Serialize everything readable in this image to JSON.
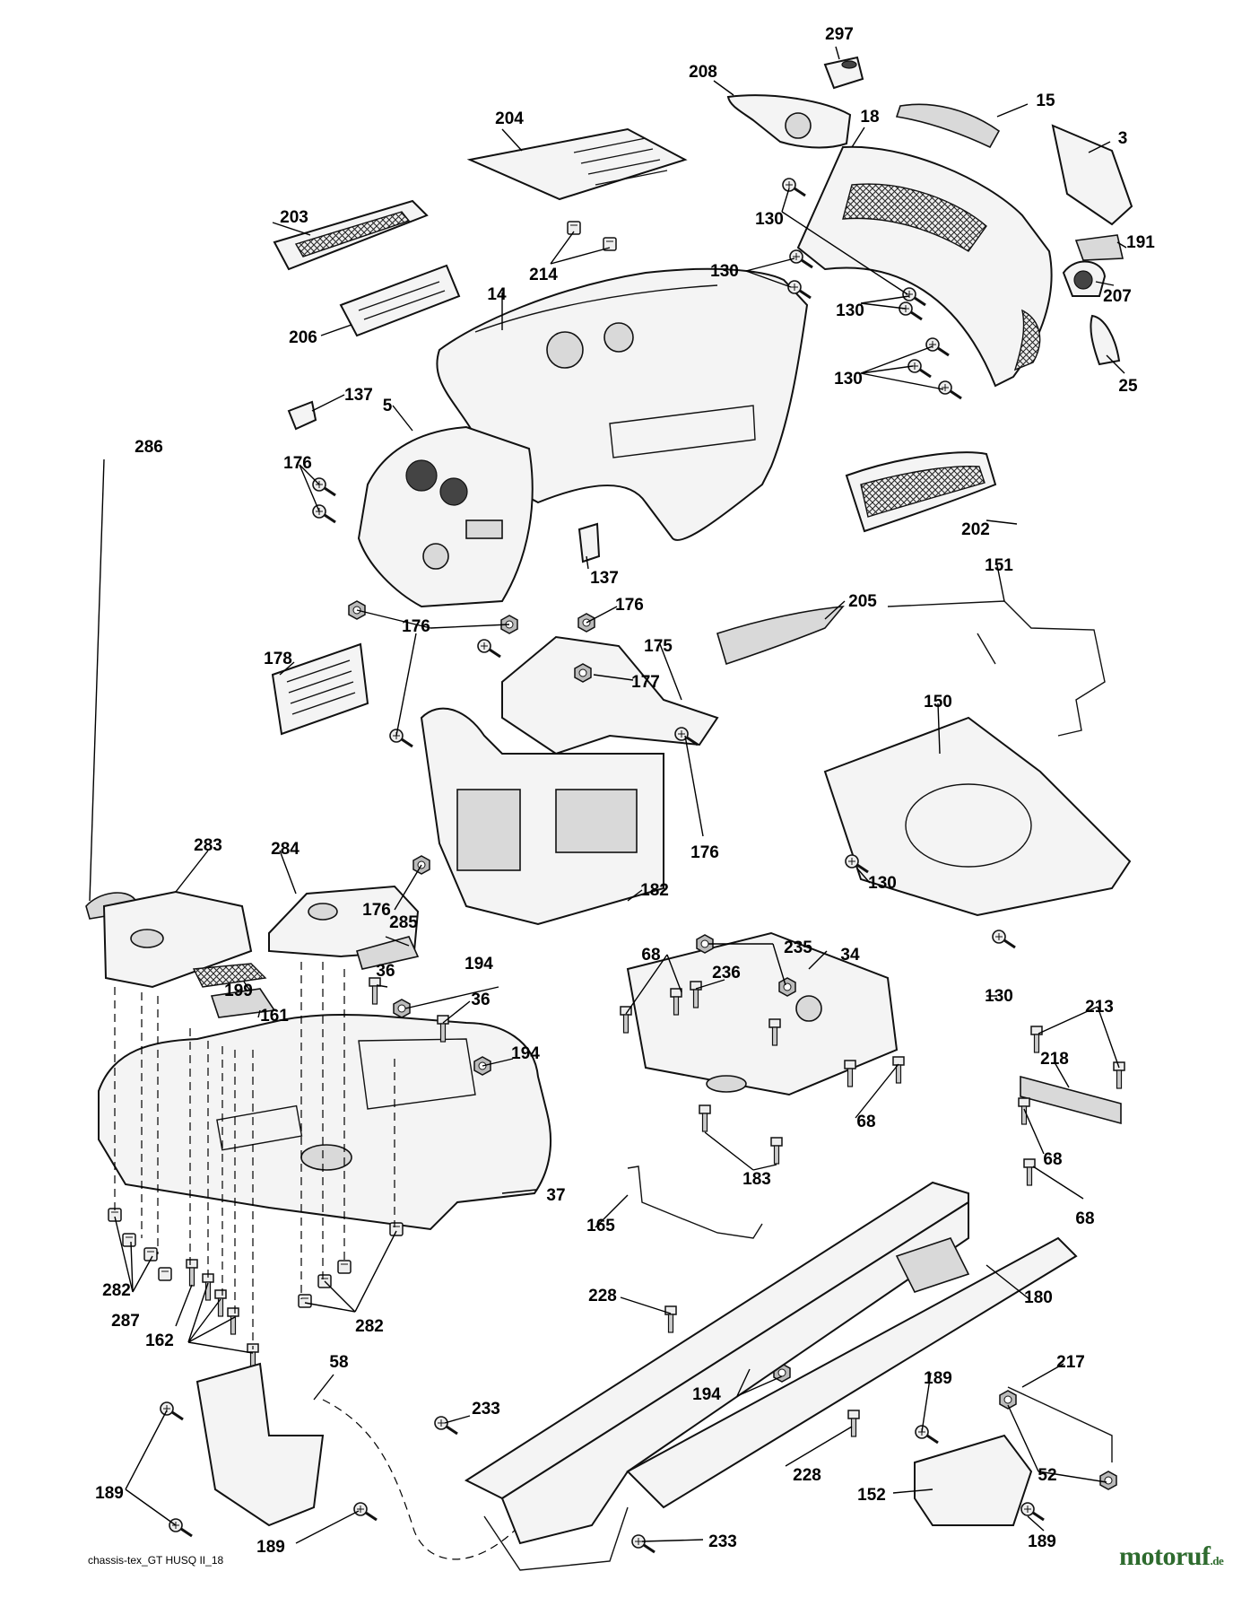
{
  "diagram": {
    "caption": "chassis-tex_GT HUSQ II_18",
    "watermark": "motoruf",
    "watermark_suffix": ".de",
    "labels": [
      {
        "id": "l297",
        "text": "297"
      },
      {
        "id": "l208",
        "text": "208"
      },
      {
        "id": "l15",
        "text": "15"
      },
      {
        "id": "l204",
        "text": "204"
      },
      {
        "id": "l18",
        "text": "18"
      },
      {
        "id": "l3",
        "text": "3"
      },
      {
        "id": "l203",
        "text": "203"
      },
      {
        "id": "l130a",
        "text": "130"
      },
      {
        "id": "l191",
        "text": "191"
      },
      {
        "id": "l214",
        "text": "214"
      },
      {
        "id": "l130b",
        "text": "130"
      },
      {
        "id": "l207",
        "text": "207"
      },
      {
        "id": "l14",
        "text": "14"
      },
      {
        "id": "l130c",
        "text": "130"
      },
      {
        "id": "l206",
        "text": "206"
      },
      {
        "id": "l25",
        "text": "25"
      },
      {
        "id": "l130d",
        "text": "130"
      },
      {
        "id": "l137a",
        "text": "137"
      },
      {
        "id": "l5",
        "text": "5"
      },
      {
        "id": "l176a",
        "text": "176"
      },
      {
        "id": "l202",
        "text": "202"
      },
      {
        "id": "l151",
        "text": "151"
      },
      {
        "id": "l137b",
        "text": "137"
      },
      {
        "id": "l176b",
        "text": "176"
      },
      {
        "id": "l205",
        "text": "205"
      },
      {
        "id": "l176c",
        "text": "176"
      },
      {
        "id": "l175",
        "text": "175"
      },
      {
        "id": "l178",
        "text": "178"
      },
      {
        "id": "l177",
        "text": "177"
      },
      {
        "id": "l150",
        "text": "150"
      },
      {
        "id": "l176d",
        "text": "176"
      },
      {
        "id": "l176e",
        "text": "176"
      },
      {
        "id": "l286",
        "text": "286"
      },
      {
        "id": "l283",
        "text": "283"
      },
      {
        "id": "l284",
        "text": "284"
      },
      {
        "id": "l130e",
        "text": "130"
      },
      {
        "id": "l182",
        "text": "182"
      },
      {
        "id": "l285",
        "text": "285"
      },
      {
        "id": "l235",
        "text": "235"
      },
      {
        "id": "l68a",
        "text": "68"
      },
      {
        "id": "l34",
        "text": "34"
      },
      {
        "id": "l36a",
        "text": "36"
      },
      {
        "id": "l194a",
        "text": "194"
      },
      {
        "id": "l236",
        "text": "236"
      },
      {
        "id": "l130f",
        "text": "130"
      },
      {
        "id": "l199",
        "text": "199"
      },
      {
        "id": "l36b",
        "text": "36"
      },
      {
        "id": "l161",
        "text": "161"
      },
      {
        "id": "l213",
        "text": "213"
      },
      {
        "id": "l218",
        "text": "218"
      },
      {
        "id": "l194b",
        "text": "194"
      },
      {
        "id": "l68b",
        "text": "68"
      },
      {
        "id": "l68c",
        "text": "68"
      },
      {
        "id": "l183",
        "text": "183"
      },
      {
        "id": "l37",
        "text": "37"
      },
      {
        "id": "l68d",
        "text": "68"
      },
      {
        "id": "l165",
        "text": "165"
      },
      {
        "id": "l282a",
        "text": "282"
      },
      {
        "id": "l228a",
        "text": "228"
      },
      {
        "id": "l180",
        "text": "180"
      },
      {
        "id": "l287",
        "text": "287"
      },
      {
        "id": "l282b",
        "text": "282"
      },
      {
        "id": "l162",
        "text": "162"
      },
      {
        "id": "l189a",
        "text": "189"
      },
      {
        "id": "l217",
        "text": "217"
      },
      {
        "id": "l58",
        "text": "58"
      },
      {
        "id": "l194c",
        "text": "194"
      },
      {
        "id": "l233a",
        "text": "233"
      },
      {
        "id": "l52",
        "text": "52"
      },
      {
        "id": "l228b",
        "text": "228"
      },
      {
        "id": "l189b",
        "text": "189"
      },
      {
        "id": "l152",
        "text": "152"
      },
      {
        "id": "l189c",
        "text": "189"
      },
      {
        "id": "l233b",
        "text": "233"
      },
      {
        "id": "l189d",
        "text": "189"
      }
    ]
  }
}
